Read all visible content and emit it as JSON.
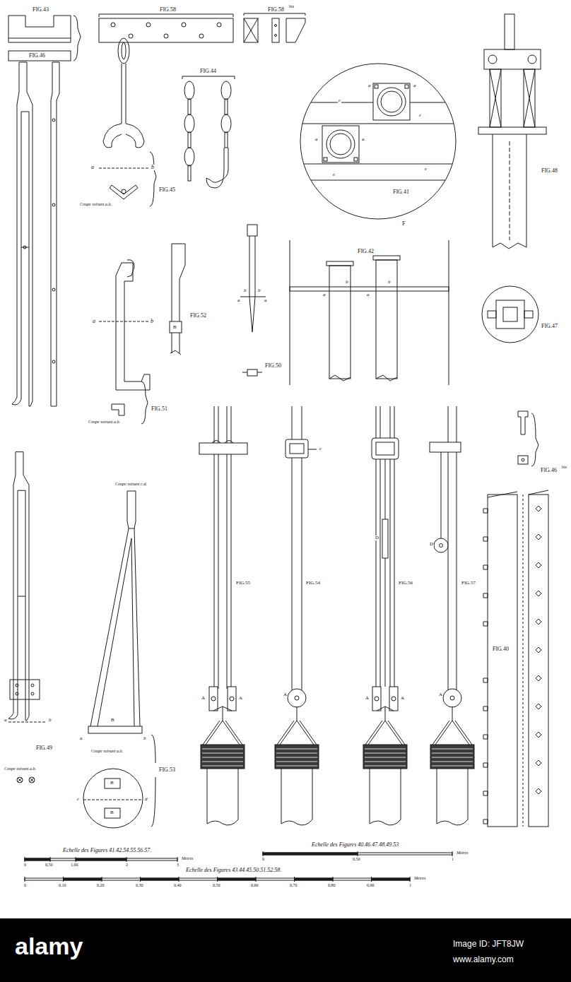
{
  "diagram": {
    "labels": [
      "FIG.43",
      "FIG.58",
      "FIG.58",
      "bis",
      "FIG.44",
      "FIG.46",
      "FIG.45",
      "Coupe suivant a.b.",
      "a",
      "b",
      "FIG.41",
      "F",
      "c",
      "a",
      "a",
      "a",
      "a",
      "c",
      "e",
      "e",
      "FIG.48",
      "FIG.42",
      "a",
      "b",
      "a",
      "b",
      "FIG.47",
      "FIG.52",
      "B",
      "FIG.50",
      "a",
      "b",
      "b",
      "a",
      "FIG.51",
      "Coupe suivant a.b.",
      "a",
      "b",
      "FIG.55",
      "FIG.54",
      "FIG.56",
      "FIG.57",
      "c",
      "A",
      "A",
      "A",
      "A",
      "A",
      "A",
      "D",
      "D",
      "FIG.46",
      "bis",
      "FIG.40",
      "FIG.49",
      "Coupe suivant a.b.",
      "a",
      "b",
      "Coupe suivant c.d.",
      "FIG.53",
      "Coupe suivant a.b.",
      "a",
      "b",
      "B",
      "B",
      "B",
      "c",
      "d",
      "Echelle des Figures 41.42.54.55.56.57.",
      "Metres",
      "0",
      "0,50",
      "1,00",
      "2",
      "3",
      "Echelle des Figures 40.46.47.48.49.53",
      "Metres",
      "0",
      "0,50",
      "1",
      "Echelle des Figures 43.44.45.50.51.52.58.",
      "Metres",
      "0",
      "0,10",
      "0,20",
      "0,30",
      "0,40",
      "0,50",
      "0,60",
      "0,70",
      "0,80",
      "0,90",
      "1",
      "alamy",
      "Image ID: JFT8JW",
      "www.alamy.com"
    ]
  }
}
